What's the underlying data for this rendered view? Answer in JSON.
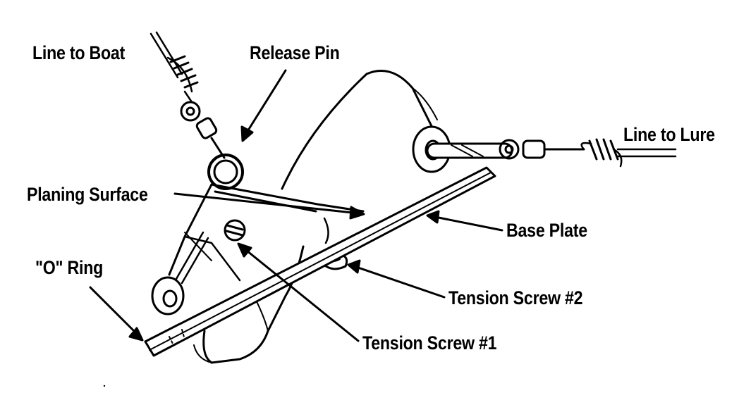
{
  "labels": {
    "line_to_boat": "Line to Boat",
    "release_pin": "Release Pin",
    "line_to_lure": "Line to Lure",
    "planing_surface": "Planing Surface",
    "base_plate": "Base Plate",
    "o_ring": "\"O\" Ring",
    "tension_screw_2": "Tension Screw #2",
    "tension_screw_1": "Tension Screw #1"
  }
}
